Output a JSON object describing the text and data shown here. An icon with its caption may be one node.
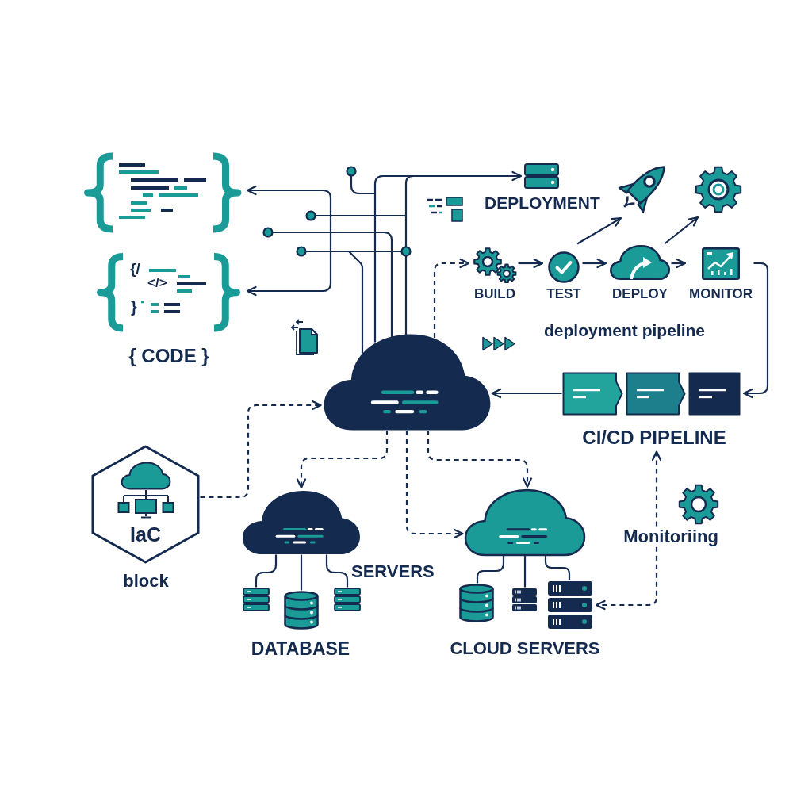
{
  "diagram": {
    "nodes": [
      {
        "text": [],
        "shape": "picture"
      },
      {
        "text": [],
        "shape": "picture",
        "beside": [
          "{ CODE }"
        ]
      },
      {
        "text": [],
        "shape": "cloud"
      },
      {
        "text": [],
        "shape": "picture",
        "beside": [
          "DEPLOYMENT"
        ]
      },
      {
        "text": [
          "BUILD"
        ]
      },
      {
        "text": [
          "TEST"
        ]
      },
      {
        "text": [
          "DEPLOY"
        ]
      },
      {
        "text": [
          "MONITOR"
        ]
      },
      {
        "text": [],
        "shape": "picture"
      },
      {
        "text": [],
        "shape": "picture"
      },
      {
        "text": [],
        "shape": "box"
      },
      {
        "text": [],
        "shape": "box"
      },
      {
        "text": [],
        "shape": "box"
      },
      {
        "text": [
          "CI/CD PIPELINE"
        ]
      },
      {
        "text": [
          "IaC"
        ],
        "beside": [
          "block"
        ]
      },
      {
        "text": [],
        "shape": "cloud"
      },
      {
        "text": [],
        "shape": "picture"
      },
      {
        "text": [],
        "shape": "cylinder",
        "beside": [
          "DATABASE"
        ]
      },
      {
        "text": [],
        "shape": "picture",
        "beside": [
          "SERVERS"
        ]
      },
      {
        "text": [],
        "shape": "cloud"
      },
      {
        "text": [],
        "shape": "cylinder"
      },
      {
        "text": [],
        "shape": "picture"
      },
      {
        "text": [],
        "shape": "picture"
      },
      {
        "text": [
          "Monitoriing"
        ]
      }
    ],
    "edges": [
      {
        "from": 0,
        "to": 1,
        "arrow": "both"
      },
      {
        "from": 2,
        "to": 3,
        "arrow": "to"
      },
      {
        "from": 2,
        "to": 4,
        "arrow": "to",
        "style": "dashed"
      },
      {
        "from": 4,
        "to": 5,
        "arrow": "to"
      },
      {
        "from": 5,
        "to": 6,
        "arrow": "to"
      },
      {
        "from": 6,
        "to": 7,
        "arrow": "to"
      },
      {
        "from": 5,
        "to": 8,
        "arrow": "to"
      },
      {
        "from": 6,
        "to": 9,
        "arrow": "to"
      },
      {
        "from": 7,
        "to": 12,
        "arrow": "to"
      },
      {
        "from": 10,
        "to": 2,
        "arrow": "to"
      },
      {
        "from": 14,
        "to": 2,
        "arrow": "to",
        "style": "dashed"
      },
      {
        "from": 2,
        "to": 15,
        "arrow": "to",
        "style": "dashed"
      },
      {
        "from": 2,
        "to": 19,
        "arrow": "to",
        "style": "dashed"
      },
      {
        "from": 2,
        "to": 19,
        "arrow": "to",
        "style": "dashed"
      },
      {
        "from": 15,
        "to": 16,
        "arrow": "none"
      },
      {
        "from": 15,
        "to": 17,
        "arrow": "none"
      },
      {
        "from": 15,
        "to": 18,
        "arrow": "none"
      },
      {
        "from": 19,
        "to": 20,
        "arrow": "none"
      },
      {
        "from": 19,
        "to": 21,
        "arrow": "none"
      },
      {
        "from": 19,
        "to": 22,
        "arrow": "none"
      },
      {
        "from": 23,
        "to": 13,
        "arrow": "to",
        "style": "dashed"
      },
      {
        "from": 23,
        "to": 22,
        "arrow": "to",
        "style": "dashed"
      }
    ],
    "labels": [
      "{/",
      "</>",
      "}",
      "deployment pipeline",
      "CLOUD SERVERS"
    ]
  }
}
